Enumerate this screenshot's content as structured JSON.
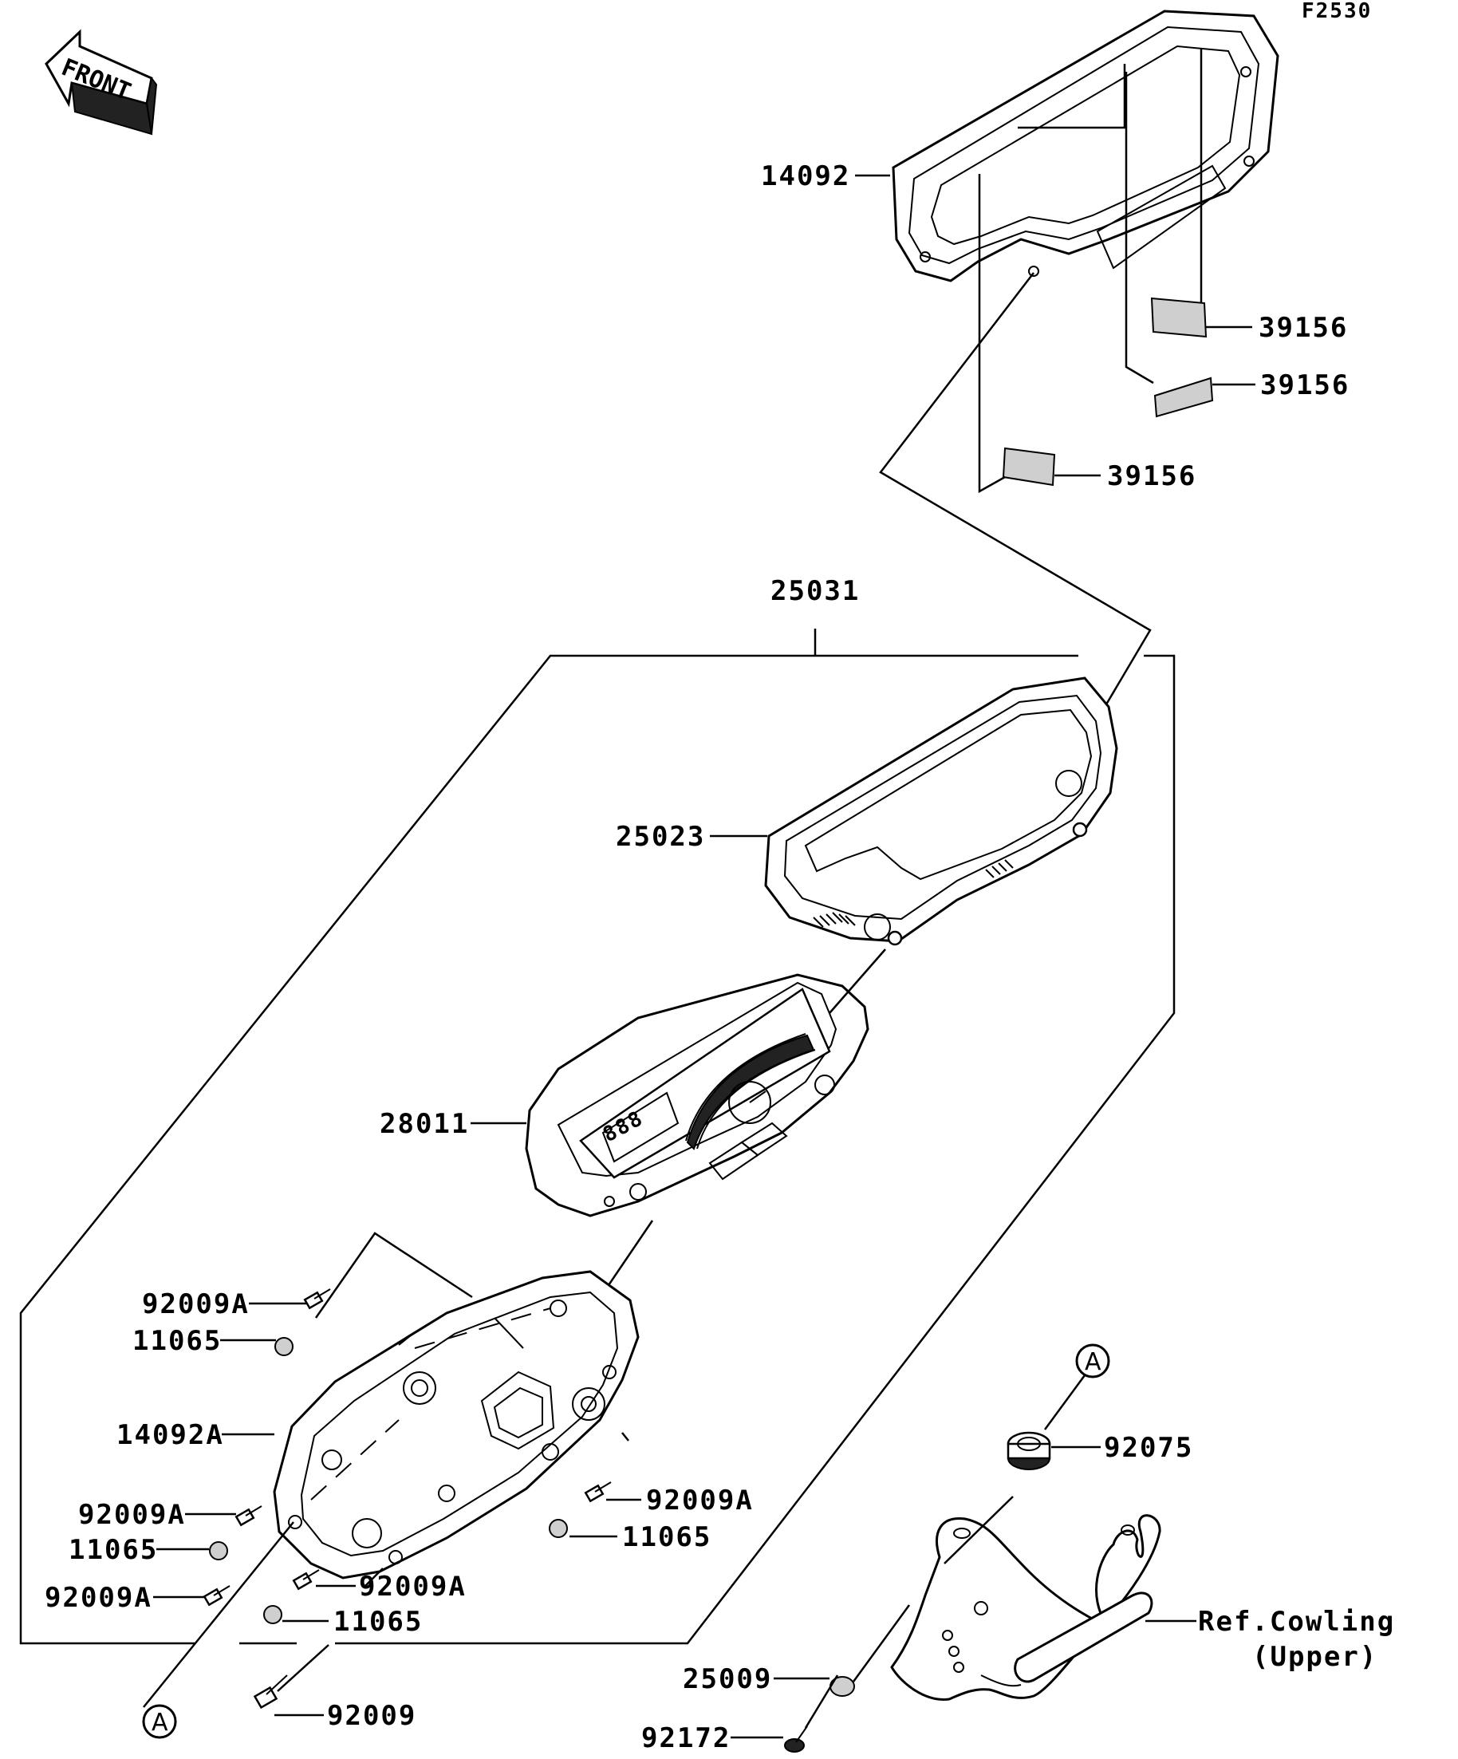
{
  "figure_code": "F2530",
  "front_label": "FRONT",
  "reference_marker": "A",
  "parts": {
    "p14092": "14092",
    "p39156_1": "39156",
    "p39156_2": "39156",
    "p39156_3": "39156",
    "p25031": "25031",
    "p25023": "25023",
    "p28011": "28011",
    "p92009A_1": "92009A",
    "p11065_1": "11065",
    "p14092A": "14092A",
    "p92009A_2": "92009A",
    "p11065_2": "11065",
    "p92009A_3": "92009A",
    "p92009A_4": "92009A",
    "p11065_3": "11065",
    "p92009A_5": "92009A",
    "p11065_4": "11065",
    "p92009": "92009",
    "p92075": "92075",
    "p25009": "25009",
    "p92172": "92172"
  },
  "reference_note": {
    "line1": "Ref.Cowling",
    "line2": "(Upper)"
  }
}
